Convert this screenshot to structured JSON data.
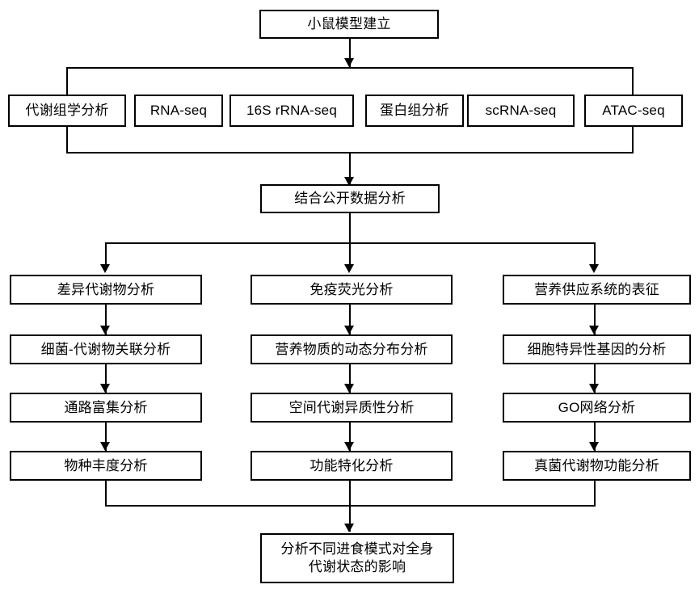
{
  "diagram": {
    "title_node": {
      "label": "小鼠模型建立"
    },
    "omics_row": [
      {
        "label": "代谢组学分析"
      },
      {
        "label": "RNA-seq"
      },
      {
        "label": "16S rRNA-seq"
      },
      {
        "label": "蛋白组分析"
      },
      {
        "label": "scRNA-seq"
      },
      {
        "label": "ATAC-seq"
      }
    ],
    "integration_node": {
      "label": "结合公开数据分析"
    },
    "columns": [
      {
        "name": "metabolomics-branch",
        "steps": [
          {
            "label": "差异代谢物分析"
          },
          {
            "label": "细菌-代谢物关联分析"
          },
          {
            "label": "通路富集分析"
          },
          {
            "label": "物种丰度分析"
          }
        ]
      },
      {
        "name": "imaging-branch",
        "steps": [
          {
            "label": "免疫荧光分析"
          },
          {
            "label": "营养物质的动态分布分析"
          },
          {
            "label": "空间代谢异质性分析"
          },
          {
            "label": "功能特化分析"
          }
        ]
      },
      {
        "name": "nutrient-branch",
        "steps": [
          {
            "label": "营养供应系统的表征"
          },
          {
            "label": "细胞特异性基因的分析"
          },
          {
            "label": "GO网络分析"
          },
          {
            "label": "真菌代谢物功能分析"
          }
        ]
      }
    ],
    "conclusion_node": {
      "line1": "分析不同进食模式对全身",
      "line2": "代谢状态的影响"
    },
    "colors": {
      "stroke": "#000000",
      "fill": "#ffffff",
      "text": "#000000"
    }
  }
}
